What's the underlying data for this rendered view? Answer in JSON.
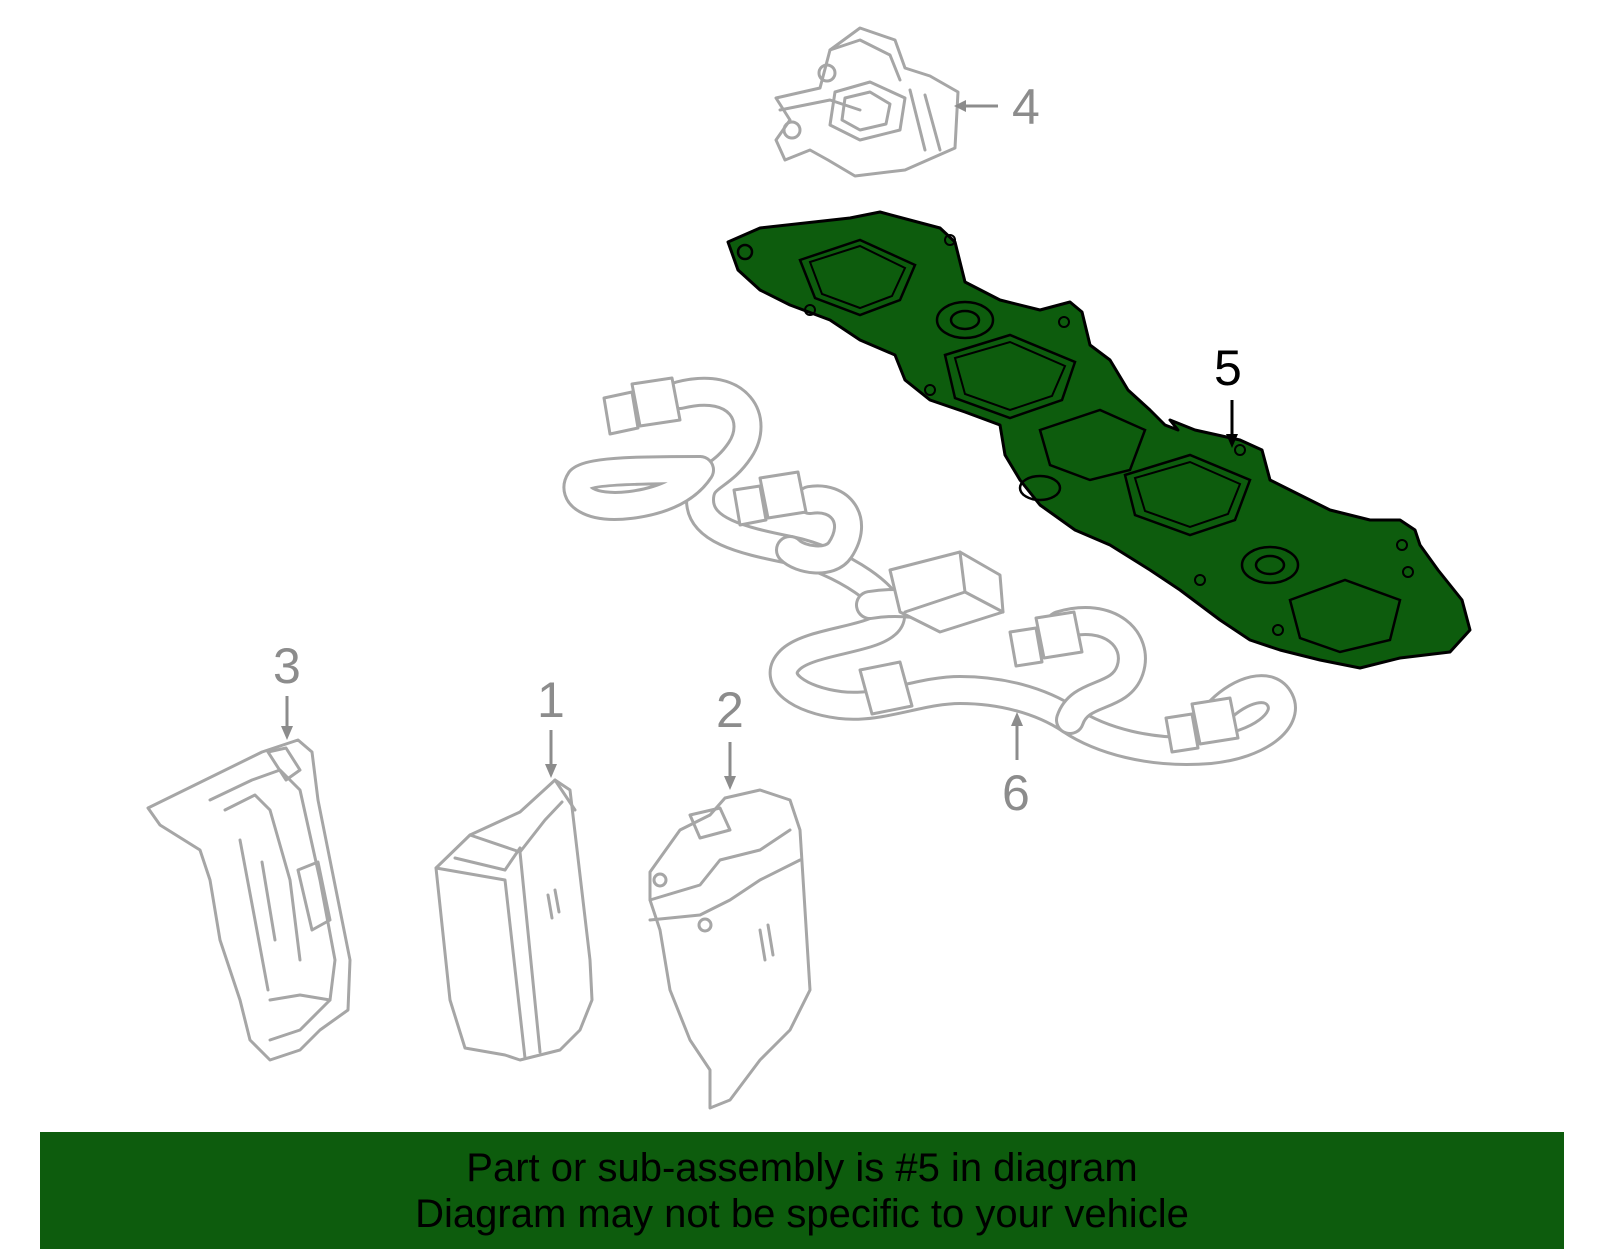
{
  "diagram": {
    "callouts": {
      "part_1": "1",
      "part_2": "2",
      "part_3": "3",
      "part_4": "4",
      "part_5": "5",
      "part_6": "6"
    },
    "highlighted_part": "5",
    "highlight_color": "#0d5c0d",
    "part_line_color": "#a6a6a6"
  },
  "banner": {
    "line1": "Part or sub-assembly is #5 in diagram",
    "line2": "Diagram may not be specific to your vehicle",
    "background": "#0d5c0d"
  }
}
